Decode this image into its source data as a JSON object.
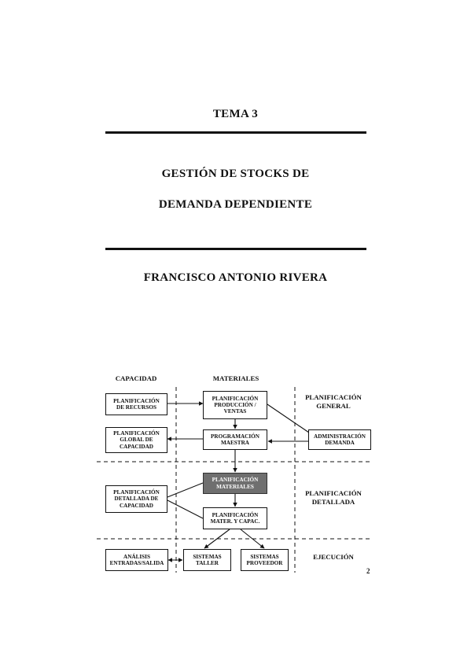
{
  "header": {
    "topic": "TEMA 3",
    "title_line1": "GESTIÓN DE STOCKS DE",
    "title_line2": "DEMANDA DEPENDIENTE",
    "author": "FRANCISCO  ANTONIO  RIVERA"
  },
  "diagram": {
    "col_headers": {
      "capacidad": "CAPACIDAD",
      "materiales": "MATERIALES"
    },
    "row_labels": {
      "general": "PLANIFICACIÓN\nGENERAL",
      "detallada": "PLANIFICACIÓN\nDETALLADA",
      "ejecucion": "EJECUCIÓN"
    },
    "boxes": {
      "plan_recursos": "PLANIFICACIÓN\nDE RECURSOS",
      "plan_global_cap": "PLANIFICACIÓN\nGLOBAL DE\nCAPACIDAD",
      "plan_prod_ventas": "PLANIFICACIÓN\nPRODUCCIÓN /\nVENTAS",
      "prog_maestra": "PROGRAMACIÓN\nMAESTRA",
      "admin_demanda": "ADMINISTRACIÓN\nDEMANDA",
      "plan_materiales": "PLANIFICACIÓN\nMATERIALES",
      "plan_det_cap": "PLANIFICACIÓN\nDETALLADA DE\nCAPACIDAD",
      "plan_mater_capac": "PLANIFICACIÓN\nMATER. Y CAPAC.",
      "analisis_es": "ANÁLISIS\nENTRADAS/SALIDA",
      "sist_taller": "SISTEMAS\nTALLER",
      "sist_proveedor": "SISTEMAS\nPROVEEDOR"
    },
    "highlight_color": "#6f6f6f"
  },
  "page_number": "2"
}
